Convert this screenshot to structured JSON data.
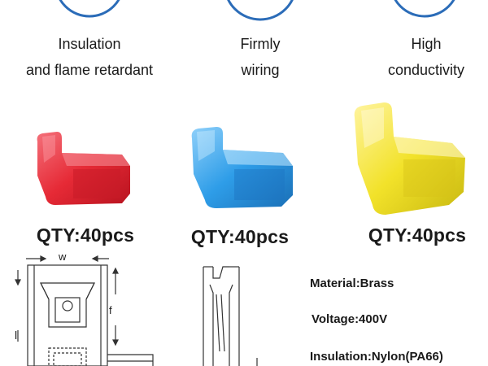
{
  "features": [
    {
      "icon": "insulation-icon",
      "line1": "Insulation",
      "line2": "and flame retardant"
    },
    {
      "icon": "wiring-icon",
      "line1": "Firmly",
      "line2": "wiring"
    },
    {
      "icon": "conductivity-icon",
      "line1": "High",
      "line2": "conductivity"
    }
  ],
  "products": [
    {
      "color": "red",
      "hex": "#e8303c",
      "qty": "QTY:40pcs"
    },
    {
      "color": "blue",
      "hex": "#2d9ae6",
      "qty": "QTY:40pcs"
    },
    {
      "color": "yellow",
      "hex": "#f2e432",
      "qty": "QTY:40pcs"
    }
  ],
  "diagram": {
    "dim_w": "w",
    "dim_f": "f",
    "dim_l": "l"
  },
  "specs": {
    "material": "Material:Brass",
    "voltage": "Voltage:400V",
    "insulation": "Insulation:Nylon(PA66)"
  },
  "colors": {
    "icon_ring": "#2b6cb8"
  }
}
